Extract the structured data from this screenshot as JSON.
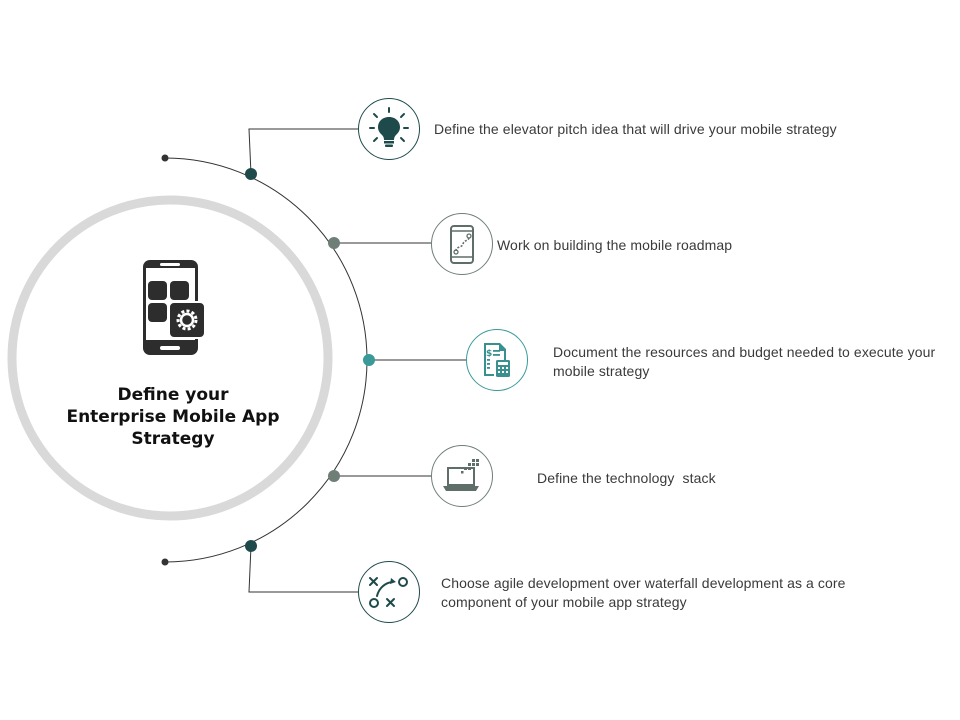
{
  "title": {
    "lines": [
      "Define your",
      "Enterprise Mobile App",
      "Strategy"
    ]
  },
  "steps": [
    {
      "icon": "lightbulb-icon",
      "text": "Define the elevator pitch idea that will drive your mobile strategy"
    },
    {
      "icon": "mobile-roadmap-icon",
      "text": "Work on building the mobile roadmap"
    },
    {
      "icon": "budget-calculator-icon",
      "text": "Document the resources and budget needed to execute your mobile strategy"
    },
    {
      "icon": "laptop-icon",
      "text": "Define the technology  stack"
    },
    {
      "icon": "strategy-play-icon",
      "text": "Choose agile development over waterfall development as a core component of your mobile app strategy"
    }
  ],
  "colors": {
    "dark_teal": "#1f4a4c",
    "gray_green": "#6f7f78",
    "teal": "#3a9a9a",
    "ring": "#d9d9d9",
    "line": "#333333"
  }
}
